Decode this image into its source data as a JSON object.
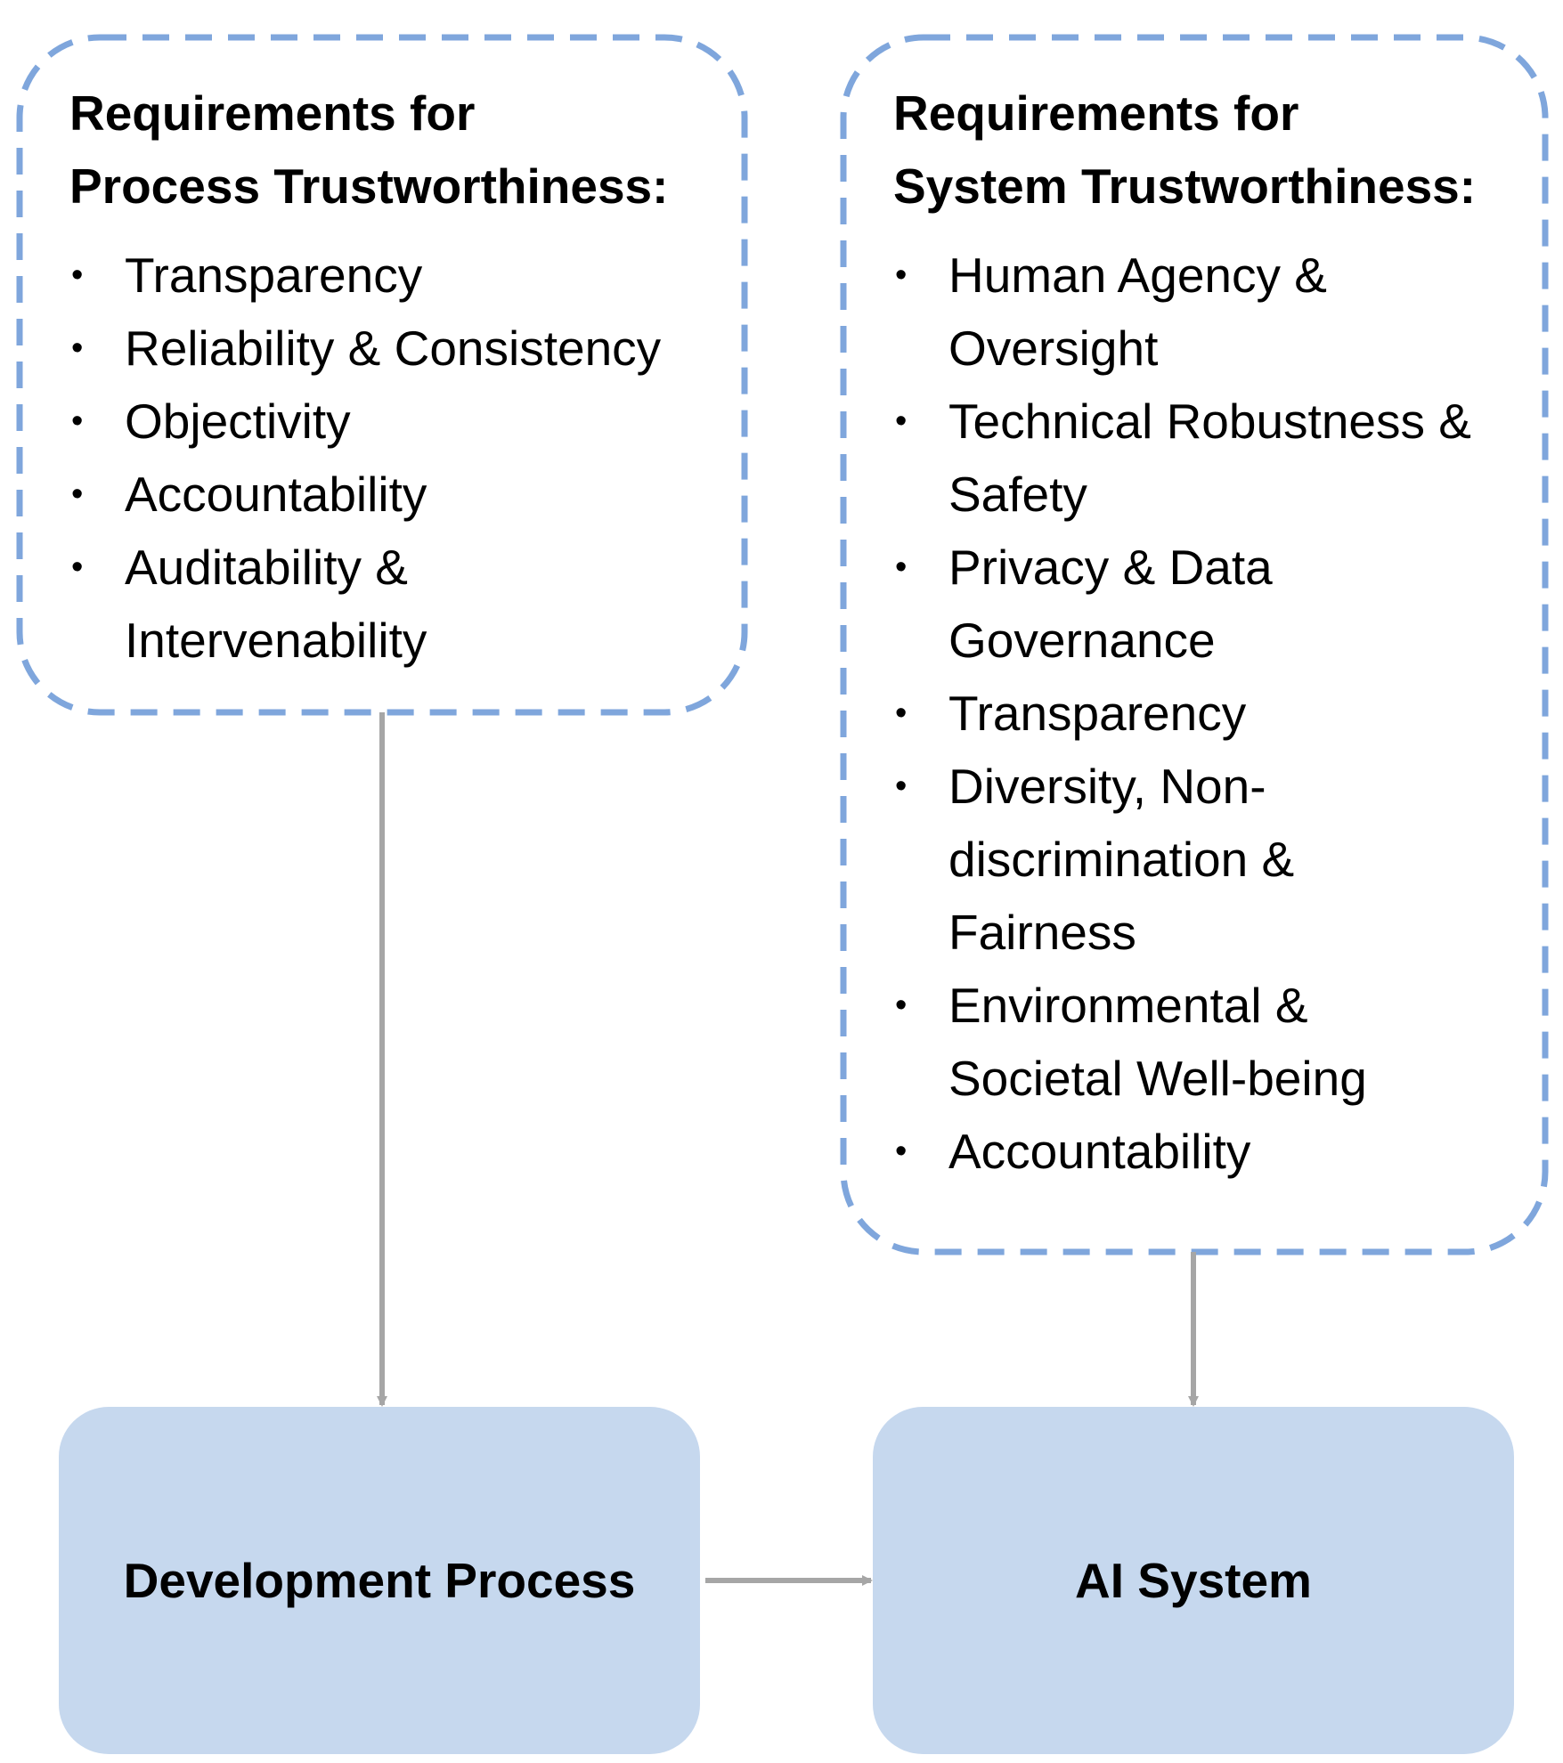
{
  "process_requirements": {
    "title_line1": "Requirements for",
    "title_line2": "Process Trustworthiness:",
    "items": [
      {
        "line1": "Transparency",
        "line2": ""
      },
      {
        "line1": "Reliability & Consistency",
        "line2": ""
      },
      {
        "line1": "Objectivity",
        "line2": ""
      },
      {
        "line1": "Accountability",
        "line2": ""
      },
      {
        "line1": "Auditability &",
        "line2": "Intervenability"
      }
    ]
  },
  "system_requirements": {
    "title_line1": "Requirements for",
    "title_line2": "System Trustworthiness:",
    "items": [
      {
        "line1": "Human Agency &",
        "line2": "Oversight",
        "line3": ""
      },
      {
        "line1": "Technical Robustness &",
        "line2": "Safety",
        "line3": ""
      },
      {
        "line1": "Privacy & Data",
        "line2": "Governance",
        "line3": ""
      },
      {
        "line1": "Transparency",
        "line2": "",
        "line3": ""
      },
      {
        "line1": "Diversity, Non-",
        "line2": "discrimination &",
        "line3": "Fairness"
      },
      {
        "line1": "Environmental &",
        "line2": "Societal Well-being",
        "line3": ""
      },
      {
        "line1": "Accountability",
        "line2": "",
        "line3": ""
      }
    ]
  },
  "nodes": {
    "development_process": "Development Process",
    "ai_system": "AI System"
  },
  "bullet_char": "•",
  "colors": {
    "dashed_border": "#7fa6dc",
    "node_fill": "#c6d8ee",
    "arrow": "#a6a6a6",
    "text": "#000000"
  }
}
